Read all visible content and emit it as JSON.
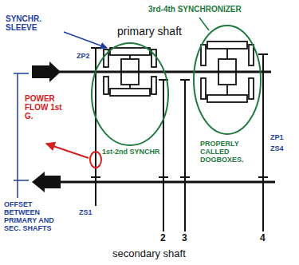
{
  "diagram": {
    "labels": [
      "SYNCHR. SLEEVE",
      "3rd-4th SYNCHRONIZER",
      "primary shaft",
      "ZP2",
      "POWER FLOW 1st G.",
      "1st-2nd SYNCHR",
      "PROPERLY CALLED DOGBOXES.",
      "ZP1",
      "ZS4",
      "OFFSET BETWEEN PRIMARY AND SEC. SHAFTS",
      "ZS1",
      "2",
      "3",
      "4",
      "secondary shaft"
    ]
  }
}
